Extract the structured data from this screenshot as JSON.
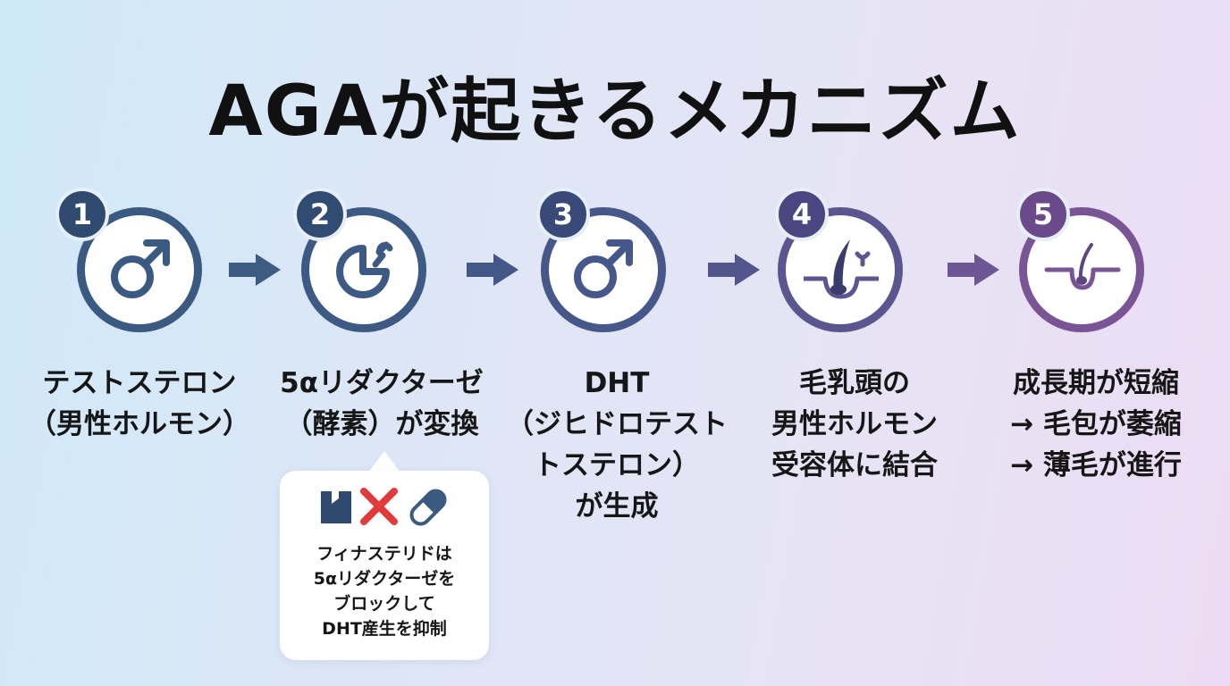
{
  "title": "AGAが起きるメカニズム",
  "steps": [
    {
      "number": "1",
      "icon": "male-symbol-icon",
      "caption_lines": [
        "テストステロン",
        "（男性ホルモン）"
      ]
    },
    {
      "number": "2",
      "icon": "enzyme-pie-icon",
      "caption_lines": [
        "5αリダクターゼ",
        "（酵素）が変換"
      ]
    },
    {
      "number": "3",
      "icon": "male-symbol-icon",
      "caption_lines": [
        "DHT",
        "（ジヒドロテスト",
        "トステロン）",
        "が生成"
      ]
    },
    {
      "number": "4",
      "icon": "hair-follicle-receptor-icon",
      "caption_lines": [
        "毛乳頭の",
        "男性ホルモン",
        "受容体に結合"
      ]
    },
    {
      "number": "5",
      "icon": "shrinking-hair-follicle-icon",
      "caption_lines": [
        "成長期が短縮",
        "→ 毛包が萎縮",
        "→ 薄毛が進行"
      ]
    }
  ],
  "callout": {
    "icons": [
      "blocked-enzyme-icon",
      "red-x-icon",
      "capsule-icon"
    ],
    "text_lines": [
      "フィナステリドは",
      "5αリダクターゼを",
      "ブロックして",
      "DHT産生を抑制"
    ]
  },
  "colors": {
    "step1": "#3b5a82",
    "step2": "#3d5a84",
    "step3": "#465789",
    "step4": "#5c5690",
    "step5": "#7a5596",
    "block_x": "#e03a3a"
  }
}
